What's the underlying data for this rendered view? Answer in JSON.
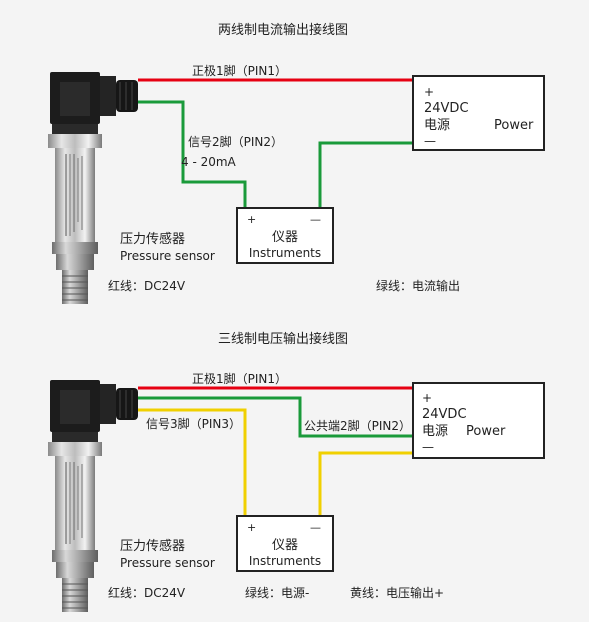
{
  "diagram1": {
    "title": "两线制电流输出接线图",
    "wire_top_label": "正极1脚（PIN1）",
    "wire_signal_label": "信号2脚（PIN2）",
    "signal_range": "4 - 20mA",
    "power_box": {
      "plus": "+",
      "voltage": "24VDC",
      "cn": "电源",
      "en": "Power",
      "minus": "—"
    },
    "instrument_box": {
      "plus": "+",
      "minus": "—",
      "cn": "仪器",
      "en": "Instruments"
    },
    "sensor_cn": "压力传感器",
    "sensor_en": "Pressure sensor",
    "legend_red": "红线：DC24V",
    "legend_green": "绿线：电流输出"
  },
  "diagram2": {
    "title": "三线制电压输出接线图",
    "wire_top_label": "正极1脚（PIN1）",
    "wire_signal_label": "信号3脚（PIN3）",
    "wire_common_label": "公共端2脚（PIN2）",
    "power_box": {
      "plus": "+",
      "voltage": "24VDC",
      "cn": "电源",
      "en": "Power",
      "minus": "—"
    },
    "instrument_box": {
      "plus": "+",
      "minus": "—",
      "cn": "仪器",
      "en": "Instruments"
    },
    "sensor_cn": "压力传感器",
    "sensor_en": "Pressure sensor",
    "legend_red": "红线：DC24V",
    "legend_green": "绿线：电源-",
    "legend_yellow": "黄线：电压输出+"
  },
  "colors": {
    "red": "#e60012",
    "green": "#1a9a3a",
    "yellow": "#f0d000",
    "box": "#222222"
  }
}
